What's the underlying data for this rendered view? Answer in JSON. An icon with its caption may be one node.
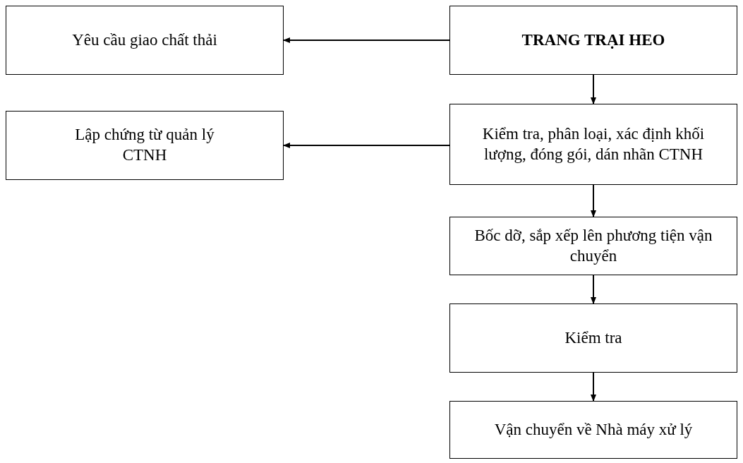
{
  "diagram": {
    "nodes": [
      {
        "text": [
          "Yêu cầu giao chất thải"
        ]
      },
      {
        "text": [
          "TRANG TRẠI HEO"
        ]
      },
      {
        "text": [
          "Lập chứng từ quản lý CTNH"
        ]
      },
      {
        "text": [
          "Kiểm tra, phân loại, xác định khối lượng, đóng gói, dán nhãn CTNH"
        ]
      },
      {
        "text": [
          "Bốc dỡ, sắp xếp lên phương tiện vận chuyển"
        ]
      },
      {
        "text": [
          "Kiểm tra"
        ]
      },
      {
        "text": [
          "Vận chuyển về Nhà máy xử lý"
        ]
      }
    ],
    "edges": [
      {
        "from": 1,
        "to": 0,
        "arrow": "to"
      },
      {
        "from": 1,
        "to": 3,
        "arrow": "to"
      },
      {
        "from": 3,
        "to": 2,
        "arrow": "to"
      },
      {
        "from": 3,
        "to": 4,
        "arrow": "to"
      },
      {
        "from": 4,
        "to": 5,
        "arrow": "to"
      },
      {
        "from": 5,
        "to": 6,
        "arrow": "to"
      }
    ]
  }
}
